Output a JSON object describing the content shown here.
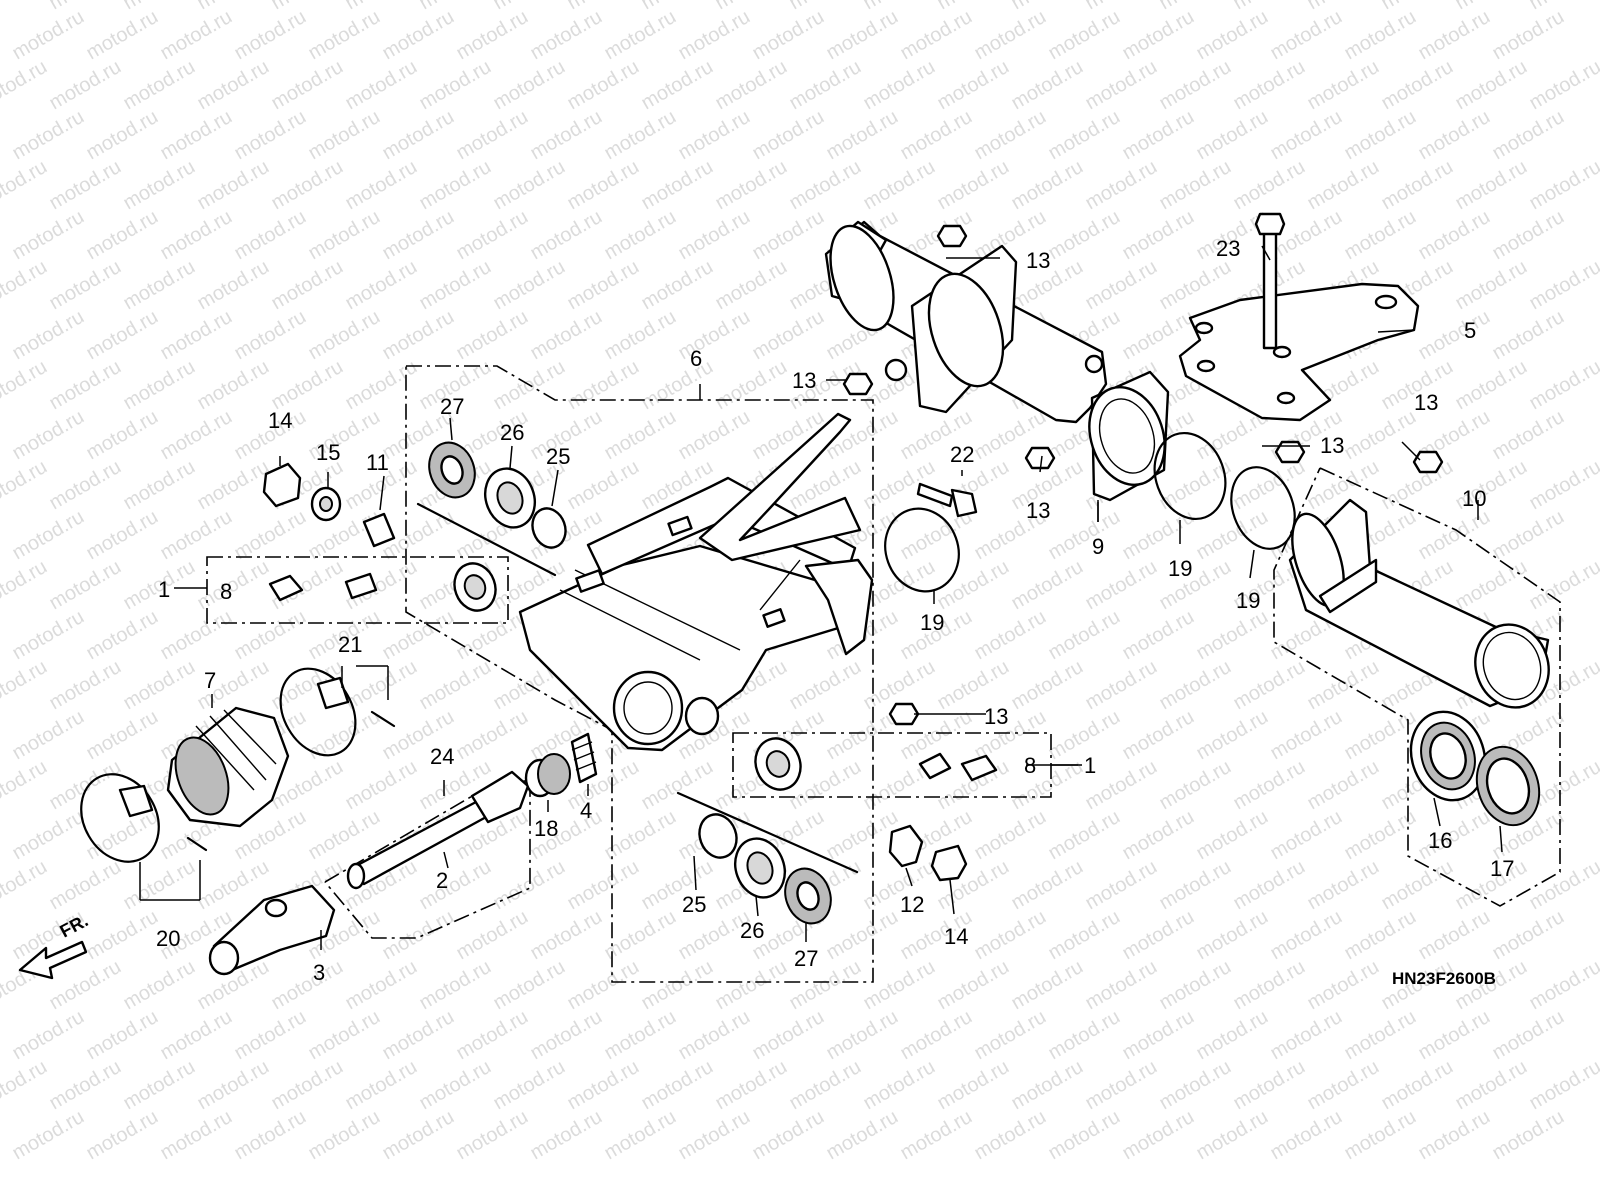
{
  "diagram_code": "HN23F2600B",
  "direction_label": "FR.",
  "watermark": "motod.ru",
  "callouts": {
    "c1a": "1",
    "c1b": "1",
    "c2": "2",
    "c3": "3",
    "c4": "4",
    "c5": "5",
    "c6": "6",
    "c7": "7",
    "c8a": "8",
    "c8b": "8",
    "c9": "9",
    "c10": "10",
    "c11": "11",
    "c12": "12",
    "c13a": "13",
    "c13b": "13",
    "c13c": "13",
    "c13d": "13",
    "c13e": "13",
    "c13f": "13",
    "c14a": "14",
    "c14b": "14",
    "c15": "15",
    "c16": "16",
    "c17": "17",
    "c18": "18",
    "c19a": "19",
    "c19b": "19",
    "c19c": "19",
    "c20": "20",
    "c21": "21",
    "c22": "22",
    "c23": "23",
    "c24": "24",
    "c25a": "25",
    "c25b": "25",
    "c26a": "26",
    "c26b": "26",
    "c27a": "27",
    "c27b": "27"
  }
}
